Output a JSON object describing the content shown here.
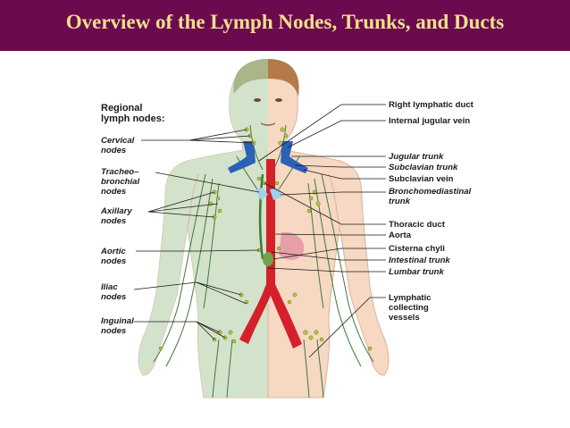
{
  "title": "Overview of the Lymph Nodes, Trunks, and Ducts",
  "heading": {
    "line1": "Regional",
    "line2": "lymph nodes:"
  },
  "left_labels": {
    "cervical": [
      "Cervical",
      "nodes"
    ],
    "tracheobronchial": [
      "Tracheo–",
      "bronchial",
      "nodes"
    ],
    "axillary": [
      "Axillary",
      "nodes"
    ],
    "aortic": [
      "Aortic",
      "nodes"
    ],
    "iliac": [
      "Iliac",
      "nodes"
    ],
    "inguinal": [
      "Inguinal",
      "nodes"
    ]
  },
  "right_labels": {
    "right_lymphatic_duct": "Right lymphatic duct",
    "internal_jugular_vein": "Internal jugular vein",
    "jugular_trunk": "Jugular trunk",
    "subclavian_trunk": "Subclavian trunk",
    "subclavian_vein": "Subclavian vein",
    "bronchomediastinal_trunk": [
      "Bronchomediastinal",
      "trunk"
    ],
    "thoracic_duct": "Thoracic duct",
    "aorta": "Aorta",
    "cisterna_chyli": "Cisterna chyli",
    "intestinal_trunk": "Intestinal trunk",
    "lumbar_trunk": "Lumbar trunk",
    "lymphatic_vessels": [
      "Lymphatic",
      "collecting",
      "vessels"
    ]
  },
  "colors": {
    "title_bg": "#6b0a4f",
    "title_text": "#f0e08a",
    "skin": "#f6d8c3",
    "skin_green": "#cfe3cc",
    "artery": "#d4202a",
    "vein": "#2a62b8",
    "lymph_vessel": "#3f7a3a",
    "node": "#b7c43c"
  }
}
